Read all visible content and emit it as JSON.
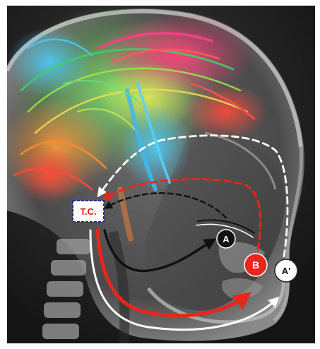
{
  "figure": {
    "tc_label": "T.C.",
    "node_a_label": "A",
    "node_b_label": "B",
    "node_a_prime_label": "A'"
  },
  "colors": {
    "background": "#1c1c1c",
    "bone": "#bdbdbd",
    "black_path": "#111111",
    "red_path": "#e8261c",
    "white_path": "#ffffff",
    "tc_border": "#2a2a8a",
    "tc_text": "#d62020",
    "node_a_fill": "#111111",
    "node_b_fill": "#e8261c",
    "node_a_prime_fill": "#ffffff"
  },
  "icons": {
    "tractography": "brain-fiber-tract-icon",
    "skull": "skull-xray-icon"
  }
}
